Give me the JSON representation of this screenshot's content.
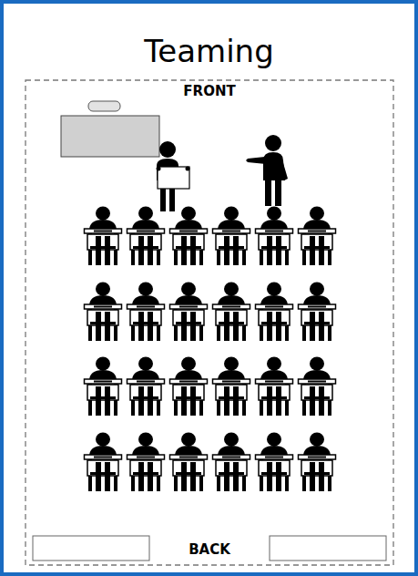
{
  "diagram": {
    "title": "Teaming",
    "labels": [
      "FRONT",
      "BACK"
    ]
  }
}
